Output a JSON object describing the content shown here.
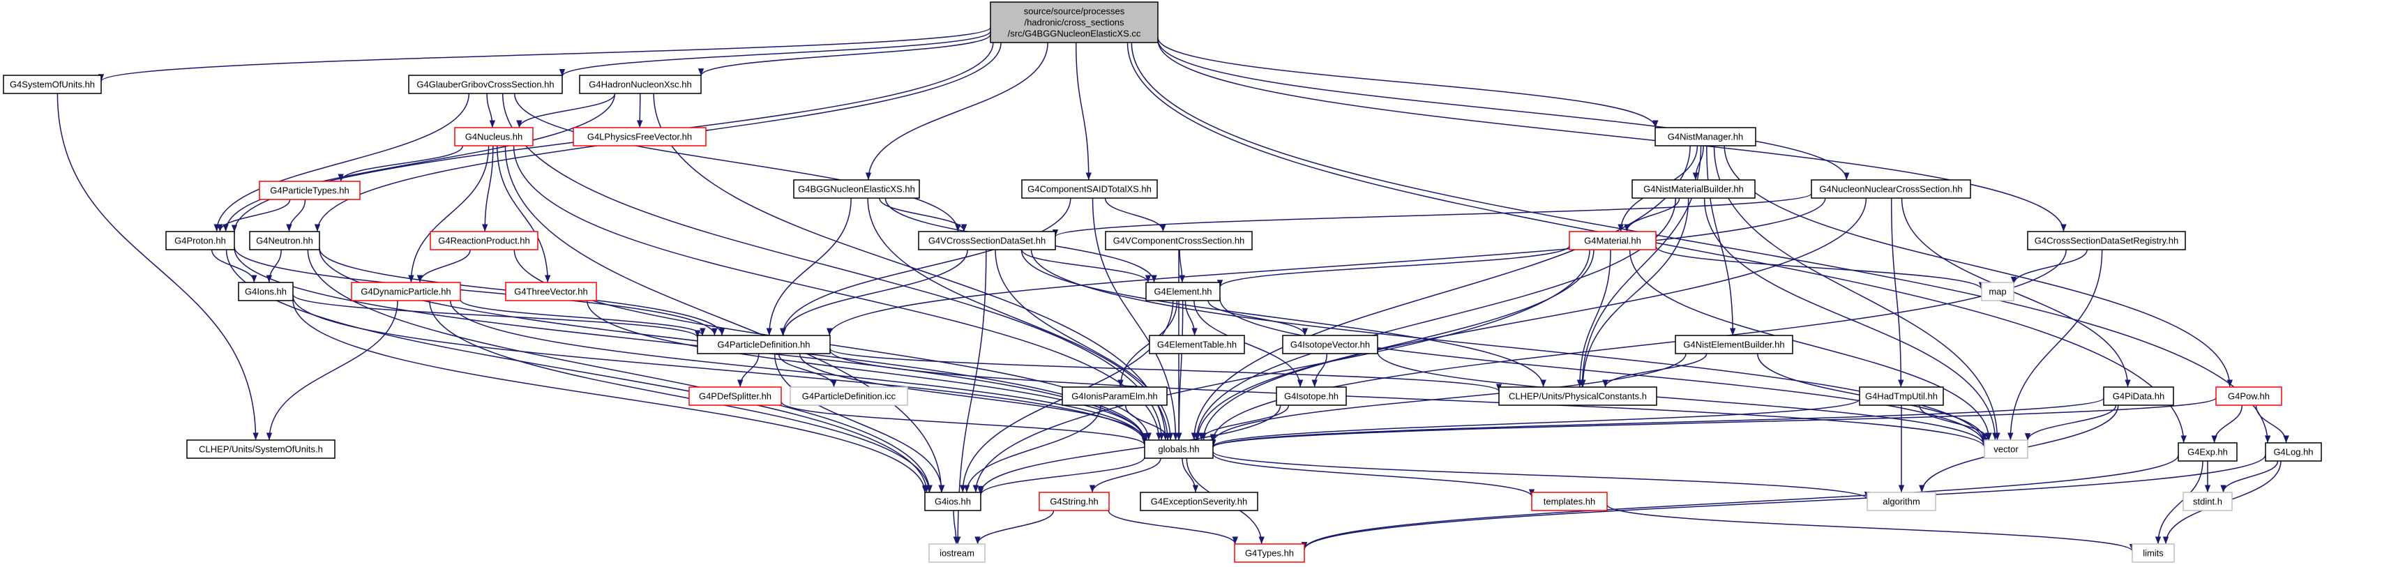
{
  "colors": {
    "edge": "#191970",
    "root_fill": "#bfbfbf",
    "root_border": "#000000",
    "normal_border": "#000000",
    "red_border": "#ff0000",
    "gray_border": "#bfbfbf",
    "label": "#000000",
    "background": "#ffffff"
  },
  "nodes": [
    {
      "id": "root",
      "style": "root",
      "lines": [
        "source/source/processes",
        "/hadronic/cross_sections",
        "/src/G4BGGNucleonElasticXS.cc"
      ]
    },
    {
      "id": "systemofunits",
      "style": "normal",
      "lines": [
        "G4SystemOfUnits.hh"
      ]
    },
    {
      "id": "glauber",
      "style": "normal",
      "lines": [
        "G4GlauberGribovCrossSection.hh"
      ]
    },
    {
      "id": "hadronnucleonxsc",
      "style": "normal",
      "lines": [
        "G4HadronNucleonXsc.hh"
      ]
    },
    {
      "id": "nucleus",
      "style": "red",
      "lines": [
        "G4Nucleus.hh"
      ]
    },
    {
      "id": "lphysicsfreevector",
      "style": "red",
      "lines": [
        "G4LPhysicsFreeVector.hh"
      ]
    },
    {
      "id": "particletypes",
      "style": "red",
      "lines": [
        "G4ParticleTypes.hh"
      ]
    },
    {
      "id": "proton",
      "style": "normal",
      "lines": [
        "G4Proton.hh"
      ]
    },
    {
      "id": "neutron",
      "style": "normal",
      "lines": [
        "G4Neutron.hh"
      ]
    },
    {
      "id": "reactionproduct",
      "style": "red",
      "lines": [
        "G4ReactionProduct.hh"
      ]
    },
    {
      "id": "ions",
      "style": "normal",
      "lines": [
        "G4Ions.hh"
      ]
    },
    {
      "id": "dynamicparticle",
      "style": "red",
      "lines": [
        "G4DynamicParticle.hh"
      ]
    },
    {
      "id": "threevector",
      "style": "red",
      "lines": [
        "G4ThreeVector.hh"
      ]
    },
    {
      "id": "bggnucleonelasticxs",
      "style": "normal",
      "lines": [
        "G4BGGNucleonElasticXS.hh"
      ]
    },
    {
      "id": "componentsaidtotalxs",
      "style": "normal",
      "lines": [
        "G4ComponentSAIDTotalXS.hh"
      ]
    },
    {
      "id": "vcrosssectiondataset",
      "style": "normal",
      "lines": [
        "G4VCrossSectionDataSet.hh"
      ]
    },
    {
      "id": "vcomponentcrosssection",
      "style": "normal",
      "lines": [
        "G4VComponentCrossSection.hh"
      ]
    },
    {
      "id": "nistmanager",
      "style": "normal",
      "lines": [
        "G4NistManager.hh"
      ]
    },
    {
      "id": "nistmaterialbuilder",
      "style": "normal",
      "lines": [
        "G4NistMaterialBuilder.hh"
      ]
    },
    {
      "id": "nucleonnuclearcrosssection",
      "style": "normal",
      "lines": [
        "G4NucleonNuclearCrossSection.hh"
      ]
    },
    {
      "id": "material",
      "style": "red",
      "lines": [
        "G4Material.hh"
      ]
    },
    {
      "id": "crosssectiondatasetregistry",
      "style": "normal",
      "lines": [
        "G4CrossSectionDataSetRegistry.hh"
      ]
    },
    {
      "id": "map",
      "style": "gray",
      "lines": [
        "map"
      ]
    },
    {
      "id": "element",
      "style": "normal",
      "lines": [
        "G4Element.hh"
      ]
    },
    {
      "id": "elementtable",
      "style": "normal",
      "lines": [
        "G4ElementTable.hh"
      ]
    },
    {
      "id": "isotopevector",
      "style": "normal",
      "lines": [
        "G4IsotopeVector.hh"
      ]
    },
    {
      "id": "particledefinition",
      "style": "normal",
      "lines": [
        "G4ParticleDefinition.hh"
      ]
    },
    {
      "id": "nistelementbuilder",
      "style": "normal",
      "lines": [
        "G4NistElementBuilder.hh"
      ]
    },
    {
      "id": "pdefsplitter",
      "style": "red",
      "lines": [
        "G4PDefSplitter.hh"
      ]
    },
    {
      "id": "particledefinitionicc",
      "style": "gray",
      "lines": [
        "G4ParticleDefinition.icc"
      ]
    },
    {
      "id": "ionisparamelm",
      "style": "normal",
      "lines": [
        "G4IonisParamElm.hh"
      ]
    },
    {
      "id": "isotope",
      "style": "normal",
      "lines": [
        "G4Isotope.hh"
      ]
    },
    {
      "id": "physicalconstants",
      "style": "normal",
      "lines": [
        "CLHEP/Units/PhysicalConstants.h"
      ]
    },
    {
      "id": "hadtmputil",
      "style": "normal",
      "lines": [
        "G4HadTmpUtil.hh"
      ]
    },
    {
      "id": "pidata",
      "style": "normal",
      "lines": [
        "G4PiData.hh"
      ]
    },
    {
      "id": "pow",
      "style": "red",
      "lines": [
        "G4Pow.hh"
      ]
    },
    {
      "id": "clhepsystemofunits",
      "style": "normal",
      "lines": [
        "CLHEP/Units/SystemOfUnits.h"
      ]
    },
    {
      "id": "globals",
      "style": "normal",
      "lines": [
        "globals.hh"
      ]
    },
    {
      "id": "vector",
      "style": "gray",
      "lines": [
        "vector"
      ]
    },
    {
      "id": "exp",
      "style": "normal",
      "lines": [
        "G4Exp.hh"
      ]
    },
    {
      "id": "log",
      "style": "normal",
      "lines": [
        "G4Log.hh"
      ]
    },
    {
      "id": "ios",
      "style": "normal",
      "lines": [
        "G4ios.hh"
      ]
    },
    {
      "id": "string",
      "style": "red",
      "lines": [
        "G4String.hh"
      ]
    },
    {
      "id": "exceptionseverity",
      "style": "normal",
      "lines": [
        "G4ExceptionSeverity.hh"
      ]
    },
    {
      "id": "templates",
      "style": "red",
      "lines": [
        "templates.hh"
      ]
    },
    {
      "id": "algorithm",
      "style": "gray",
      "lines": [
        "algorithm"
      ]
    },
    {
      "id": "stdint",
      "style": "gray",
      "lines": [
        "stdint.h"
      ]
    },
    {
      "id": "iostream",
      "style": "gray",
      "lines": [
        "iostream"
      ]
    },
    {
      "id": "types",
      "style": "red",
      "lines": [
        "G4Types.hh"
      ]
    },
    {
      "id": "limits",
      "style": "gray",
      "lines": [
        "limits"
      ]
    }
  ],
  "edges": [
    [
      "root",
      "systemofunits"
    ],
    [
      "root",
      "glauber"
    ],
    [
      "root",
      "hadronnucleonxsc"
    ],
    [
      "root",
      "proton"
    ],
    [
      "root",
      "neutron"
    ],
    [
      "root",
      "bggnucleonelasticxs"
    ],
    [
      "root",
      "componentsaidtotalxs"
    ],
    [
      "root",
      "nistmanager"
    ],
    [
      "root",
      "nucleonnuclearcrosssection"
    ],
    [
      "root",
      "crosssectiondatasetregistry"
    ],
    [
      "root",
      "exp"
    ],
    [
      "root",
      "log"
    ],
    [
      "systemofunits",
      "clhepsystemofunits"
    ],
    [
      "glauber",
      "nucleus"
    ],
    [
      "glauber",
      "proton"
    ],
    [
      "glauber",
      "vcrosssectiondataset"
    ],
    [
      "glauber",
      "globals"
    ],
    [
      "hadronnucleonxsc",
      "nucleus"
    ],
    [
      "hadronnucleonxsc",
      "lphysicsfreevector"
    ],
    [
      "hadronnucleonxsc",
      "proton"
    ],
    [
      "hadronnucleonxsc",
      "globals"
    ],
    [
      "nucleus",
      "particletypes"
    ],
    [
      "nucleus",
      "reactionproduct"
    ],
    [
      "nucleus",
      "dynamicparticle"
    ],
    [
      "nucleus",
      "threevector"
    ],
    [
      "nucleus",
      "globals"
    ],
    [
      "nucleus",
      "ios"
    ],
    [
      "particletypes",
      "proton"
    ],
    [
      "particletypes",
      "neutron"
    ],
    [
      "proton",
      "ions"
    ],
    [
      "proton",
      "particledefinition"
    ],
    [
      "proton",
      "globals"
    ],
    [
      "proton",
      "ios"
    ],
    [
      "neutron",
      "ions"
    ],
    [
      "neutron",
      "particledefinition"
    ],
    [
      "neutron",
      "globals"
    ],
    [
      "neutron",
      "ios"
    ],
    [
      "reactionproduct",
      "dynamicparticle"
    ],
    [
      "reactionproduct",
      "globals"
    ],
    [
      "ions",
      "particledefinition"
    ],
    [
      "ions",
      "globals"
    ],
    [
      "ions",
      "ios"
    ],
    [
      "dynamicparticle",
      "particledefinition"
    ],
    [
      "dynamicparticle",
      "clhepsystemofunits"
    ],
    [
      "dynamicparticle",
      "globals"
    ],
    [
      "dynamicparticle",
      "ios"
    ],
    [
      "threevector",
      "globals"
    ],
    [
      "bggnucleonelasticxs",
      "vcrosssectiondataset"
    ],
    [
      "bggnucleonelasticxs",
      "particledefinition"
    ],
    [
      "bggnucleonelasticxs",
      "element"
    ],
    [
      "bggnucleonelasticxs",
      "globals"
    ],
    [
      "componentsaidtotalxs",
      "vcomponentcrosssection"
    ],
    [
      "componentsaidtotalxs",
      "particledefinition"
    ],
    [
      "componentsaidtotalxs",
      "globals"
    ],
    [
      "vcrosssectiondataset",
      "particledefinition"
    ],
    [
      "vcrosssectiondataset",
      "element"
    ],
    [
      "vcrosssectiondataset",
      "globals"
    ],
    [
      "vcrosssectiondataset",
      "physicalconstants"
    ],
    [
      "vcrosssectiondataset",
      "iostream"
    ],
    [
      "vcrosssectiondataset",
      "vector"
    ],
    [
      "vcomponentcrosssection",
      "element"
    ],
    [
      "vcomponentcrosssection",
      "globals"
    ],
    [
      "nistmanager",
      "nistmaterialbuilder"
    ],
    [
      "nistmanager",
      "material"
    ],
    [
      "nistmanager",
      "nistelementbuilder"
    ],
    [
      "nistmanager",
      "physicalconstants"
    ],
    [
      "nistmanager",
      "globals"
    ],
    [
      "nistmanager",
      "vector"
    ],
    [
      "nistmanager",
      "pow"
    ],
    [
      "nistmaterialbuilder",
      "material"
    ],
    [
      "nistmaterialbuilder",
      "physicalconstants"
    ],
    [
      "nistmaterialbuilder",
      "globals"
    ],
    [
      "nistmaterialbuilder",
      "vector"
    ],
    [
      "nucleonnuclearcrosssection",
      "vcrosssectiondataset"
    ],
    [
      "nucleonnuclearcrosssection",
      "particledefinition"
    ],
    [
      "nucleonnuclearcrosssection",
      "pidata"
    ],
    [
      "nucleonnuclearcrosssection",
      "hadtmputil"
    ],
    [
      "nucleonnuclearcrosssection",
      "globals"
    ],
    [
      "material",
      "element"
    ],
    [
      "material",
      "map"
    ],
    [
      "material",
      "physicalconstants"
    ],
    [
      "material",
      "globals"
    ],
    [
      "material",
      "vector"
    ],
    [
      "material",
      "ios"
    ],
    [
      "crosssectiondatasetregistry",
      "map"
    ],
    [
      "crosssectiondatasetregistry",
      "globals"
    ],
    [
      "crosssectiondatasetregistry",
      "vector"
    ],
    [
      "element",
      "elementtable"
    ],
    [
      "element",
      "isotopevector"
    ],
    [
      "element",
      "ionisparamelm"
    ],
    [
      "element",
      "isotope"
    ],
    [
      "element",
      "globals"
    ],
    [
      "element",
      "ios"
    ],
    [
      "element",
      "vector"
    ],
    [
      "isotopevector",
      "isotope"
    ],
    [
      "isotopevector",
      "vector"
    ],
    [
      "particledefinition",
      "pdefsplitter"
    ],
    [
      "particledefinition",
      "particledefinitionicc"
    ],
    [
      "particledefinition",
      "physicalconstants"
    ],
    [
      "particledefinition",
      "globals"
    ],
    [
      "particledefinition",
      "ios"
    ],
    [
      "particledefinition",
      "vector"
    ],
    [
      "nistelementbuilder",
      "physicalconstants"
    ],
    [
      "nistelementbuilder",
      "globals"
    ],
    [
      "nistelementbuilder",
      "vector"
    ],
    [
      "pdefsplitter",
      "globals"
    ],
    [
      "ionisparamelm",
      "globals"
    ],
    [
      "ionisparamelm",
      "ios"
    ],
    [
      "isotope",
      "globals"
    ],
    [
      "isotope",
      "ios"
    ],
    [
      "hadtmputil",
      "globals"
    ],
    [
      "hadtmputil",
      "vector"
    ],
    [
      "hadtmputil",
      "algorithm"
    ],
    [
      "pidata",
      "globals"
    ],
    [
      "pidata",
      "vector"
    ],
    [
      "pidata",
      "algorithm"
    ],
    [
      "pow",
      "exp"
    ],
    [
      "pow",
      "log"
    ],
    [
      "pow",
      "globals"
    ],
    [
      "globals",
      "ios"
    ],
    [
      "globals",
      "string"
    ],
    [
      "globals",
      "exceptionseverity"
    ],
    [
      "globals",
      "templates"
    ],
    [
      "globals",
      "algorithm"
    ],
    [
      "globals",
      "types"
    ],
    [
      "exp",
      "stdint"
    ],
    [
      "exp",
      "limits"
    ],
    [
      "exp",
      "types"
    ],
    [
      "log",
      "stdint"
    ],
    [
      "log",
      "limits"
    ],
    [
      "log",
      "types"
    ],
    [
      "ios",
      "iostream"
    ],
    [
      "string",
      "iostream"
    ],
    [
      "string",
      "types"
    ],
    [
      "templates",
      "limits"
    ]
  ]
}
